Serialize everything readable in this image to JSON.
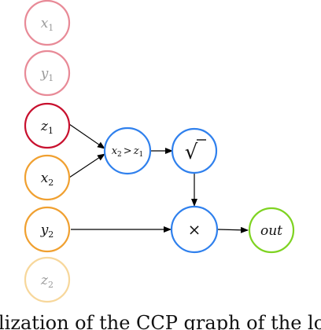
{
  "nodes": {
    "x1": {
      "base": "x",
      "sub": "1",
      "color": "#e88a97"
    },
    "y1": {
      "base": "y",
      "sub": "1",
      "color": "#e88a97"
    },
    "z1": {
      "base": "z",
      "sub": "1",
      "color": "#c8102e"
    },
    "x2": {
      "base": "x",
      "sub": "2",
      "color": "#f0a030"
    },
    "y2": {
      "base": "y",
      "sub": "2",
      "color": "#f0a030"
    },
    "z2": {
      "base": "z",
      "sub": "2",
      "color": "#f7d79b"
    },
    "cmp": {
      "base": "x",
      "sub": "2",
      "op": ">",
      "base2": "z",
      "sub2": "1",
      "color": "#2f80ed"
    },
    "sqrt": {
      "symbol": "√",
      "color": "#2f80ed"
    },
    "mul": {
      "symbol": "×",
      "color": "#2f80ed"
    },
    "out": {
      "base": "out",
      "color": "#7ed321"
    }
  },
  "edge_color": "#000000",
  "caption": "lization of the CCP graph of the loo"
}
